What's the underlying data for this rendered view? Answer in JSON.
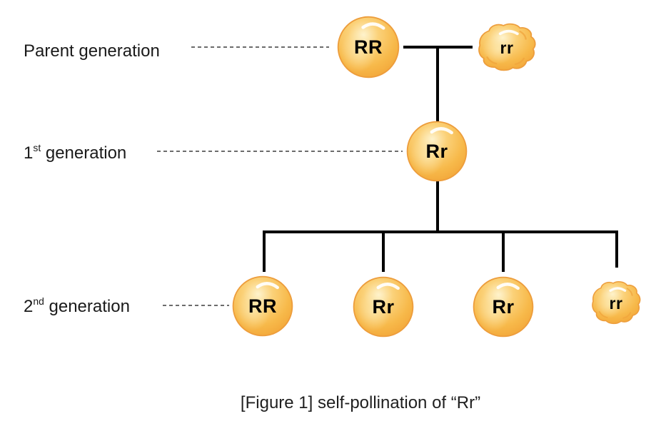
{
  "figure": {
    "caption": "[Figure 1] self-pollination of “Rr”"
  },
  "row_labels": {
    "parent": {
      "base": "Parent",
      "sup": "",
      "rest": " generation"
    },
    "first": {
      "base": "1",
      "sup": "st",
      "rest": " generation"
    },
    "second": {
      "base": "2",
      "sup": "nd",
      "rest": " generation"
    }
  },
  "generations": {
    "parent": {
      "peas": [
        {
          "genotype": "RR",
          "shape": "round"
        },
        {
          "genotype": "rr",
          "shape": "wrinkled"
        }
      ]
    },
    "first": {
      "peas": [
        {
          "genotype": "Rr",
          "shape": "round"
        }
      ]
    },
    "second": {
      "peas": [
        {
          "genotype": "RR",
          "shape": "round"
        },
        {
          "genotype": "Rr",
          "shape": "round"
        },
        {
          "genotype": "Rr",
          "shape": "round"
        },
        {
          "genotype": "rr",
          "shape": "wrinkled"
        }
      ]
    }
  },
  "colors": {
    "pea_highlight": "#FEF4D0",
    "pea_mid": "#FBD178",
    "pea_body": "#F7B94A",
    "pea_edge": "#F2A437",
    "pea_border": "#ED9D3C",
    "solid_line": "#000000",
    "dashed_line": "#3C3C3C",
    "text": "#1A1A1A"
  }
}
